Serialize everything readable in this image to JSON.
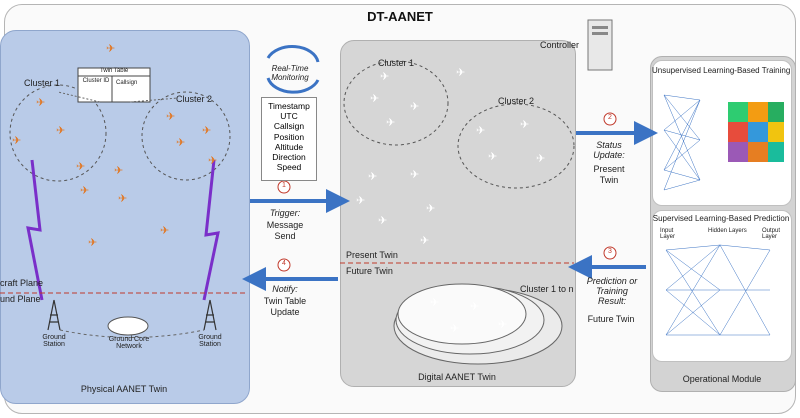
{
  "title": "DT-AANET",
  "physical": {
    "label": "Physical AANET Twin",
    "cluster1": "Cluster 1",
    "cluster2": "Cluster 2",
    "aircraft_plane": "craft Plane",
    "ground_plane": "und Plane",
    "ground_station_1": "Ground Station",
    "ground_station_2": "Ground Station",
    "ground_core": "Ground Core Network",
    "twin_table": {
      "title": "Twin Table",
      "col1": "Cluster ID",
      "col2": "Callsign"
    }
  },
  "monitoring": {
    "label": "Real-Time Monitoring",
    "fields": [
      "Timestamp",
      "UTC",
      "Callsign",
      "Position",
      "Altitude",
      "Direction",
      "Speed"
    ]
  },
  "controller": "Controller",
  "steps": {
    "s1": {
      "num": "1",
      "title": "Trigger:",
      "lines": [
        "Message",
        "Send"
      ]
    },
    "s2": {
      "num": "2",
      "title": "Status Update:",
      "lines": [
        "Present",
        "Twin"
      ]
    },
    "s3": {
      "num": "3",
      "title": "Prediction or Training Result:",
      "lines": [
        "Future Twin"
      ]
    },
    "s4": {
      "num": "4",
      "title": "Notify:",
      "lines": [
        "Twin Table",
        "Update"
      ]
    }
  },
  "digital": {
    "label": "Digital AANET Twin",
    "cluster1": "Cluster 1",
    "cluster2": "Cluster 2",
    "present_twin": "Present Twin",
    "future_twin": "Future Twin",
    "cluster_1_to_n": "Cluster 1 to n"
  },
  "operational": {
    "label": "Operational Module",
    "unsupervised": "Unsupervised Learning-Based Training",
    "supervised": "Supervised Learning-Based Prediction",
    "input_layer": "Input Layer",
    "hidden_layers": "Hidden Layers",
    "output_layer": "Output Layer"
  },
  "colors": {
    "arrow": "#3b73c4",
    "lightning": "#7a2fc9",
    "plane": "#e07a2a",
    "divider": "#c0392b"
  }
}
